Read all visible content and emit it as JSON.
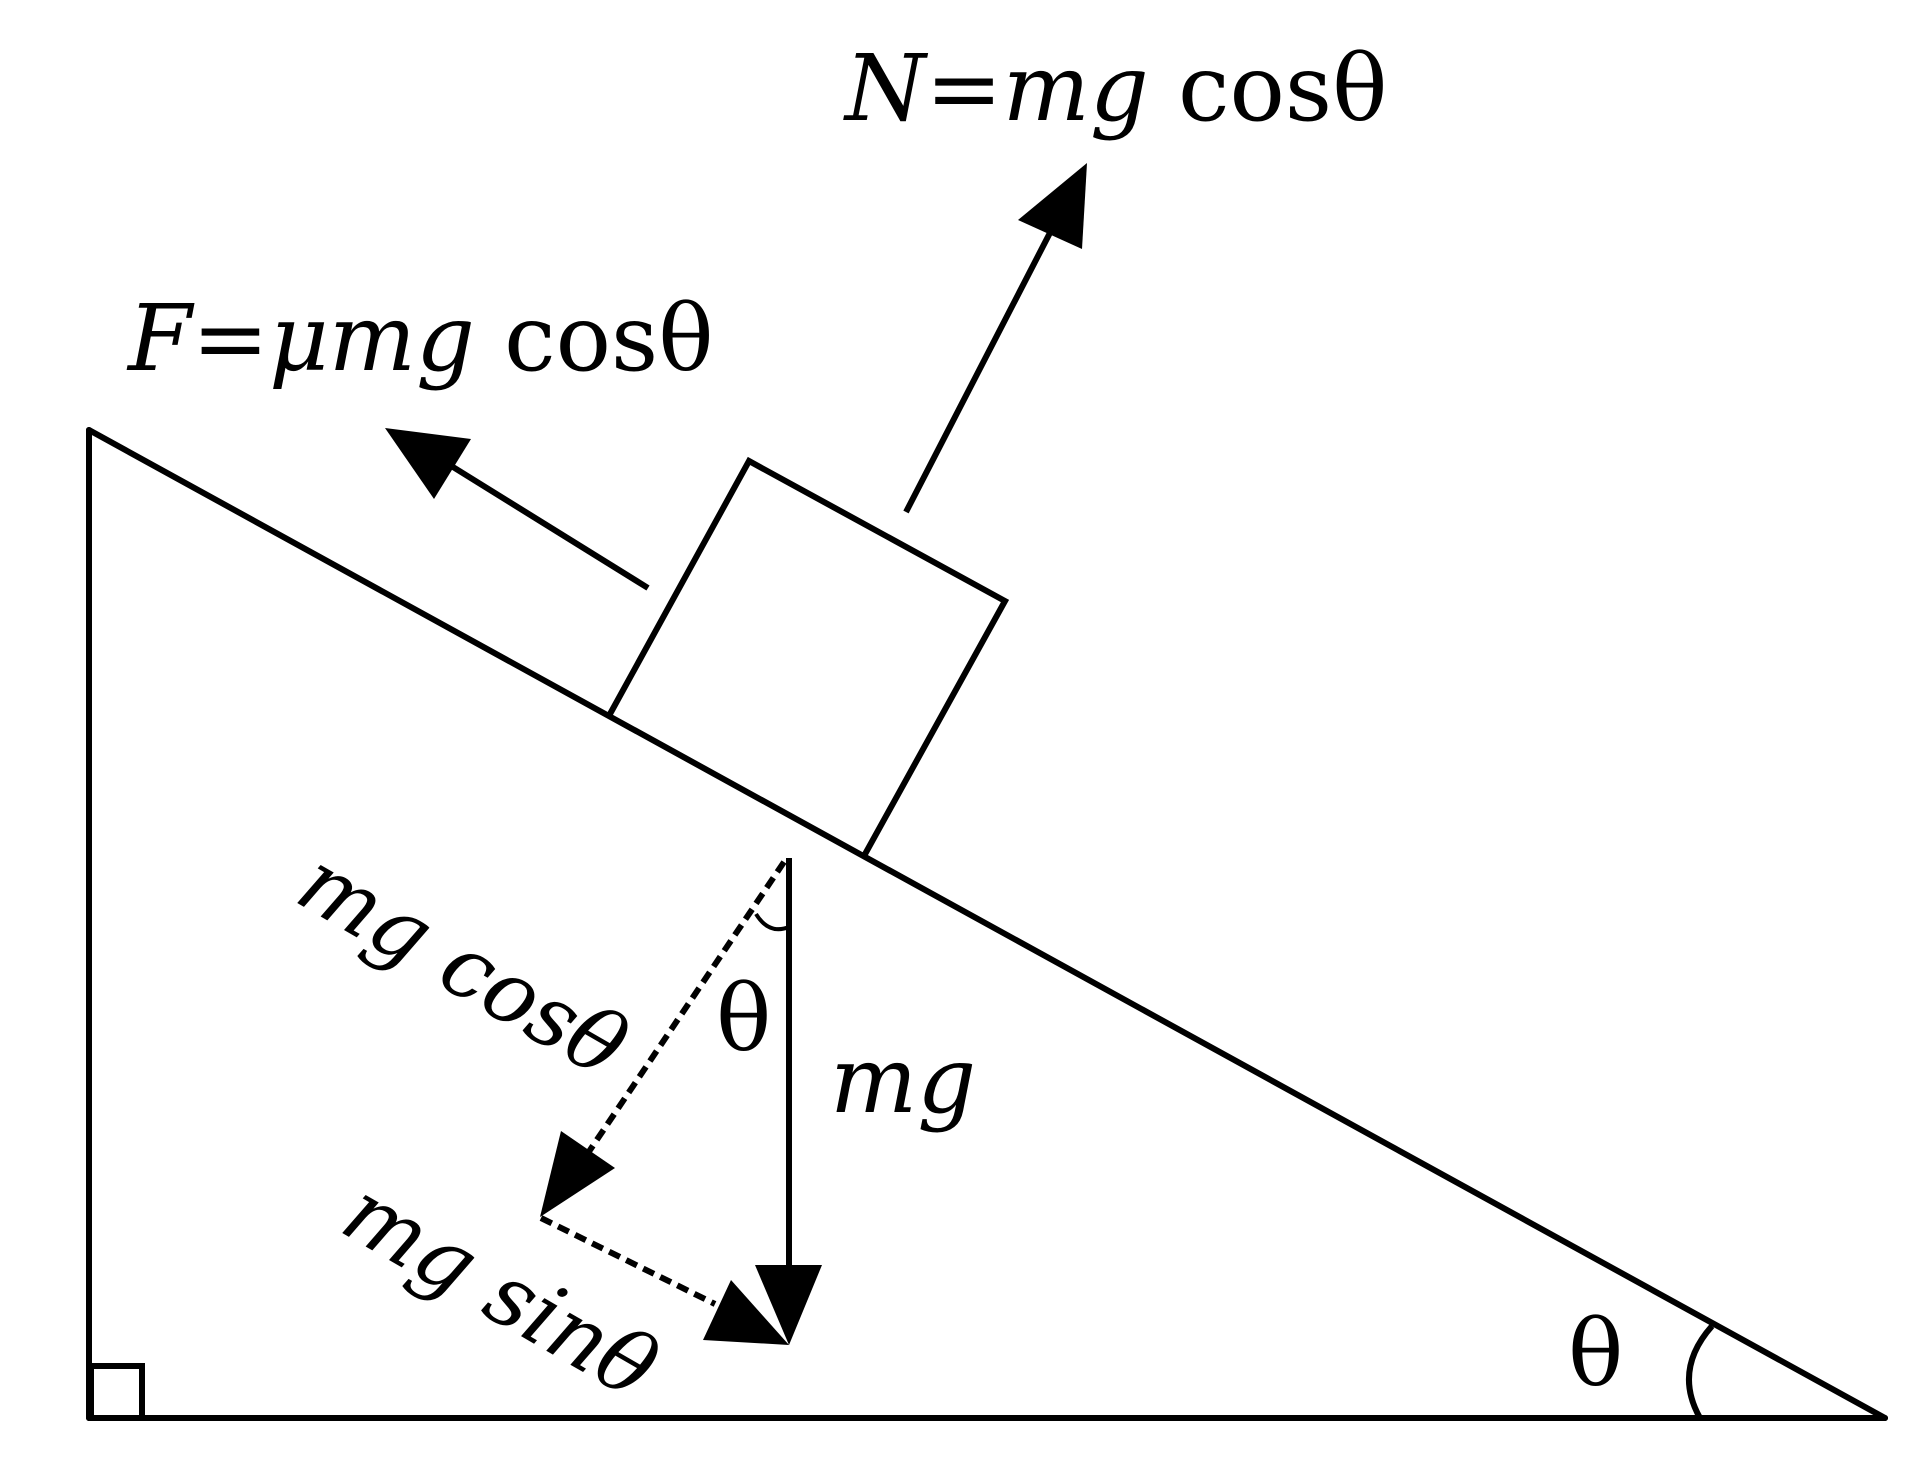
{
  "labels": {
    "normal_force": {
      "var": "N",
      "eq": "=",
      "mid": "mg",
      "tail": " cosθ"
    },
    "friction": {
      "var": "F",
      "eq": "=",
      "mid": "μmg",
      "tail": " cosθ"
    },
    "perp_component": {
      "mid": "mg",
      "tail": " cos",
      "theta": "θ"
    },
    "parallel_component": {
      "mid": "mg",
      "tail": " sin",
      "theta": "θ"
    },
    "weight": "mg",
    "theta_at_weight": "θ",
    "theta_at_base": "θ"
  },
  "colors": {
    "stroke": "#000000",
    "background": "#ffffff"
  },
  "icons": {
    "right_angle": "right-angle-marker",
    "arrowheads": "triangle-arrowhead"
  }
}
